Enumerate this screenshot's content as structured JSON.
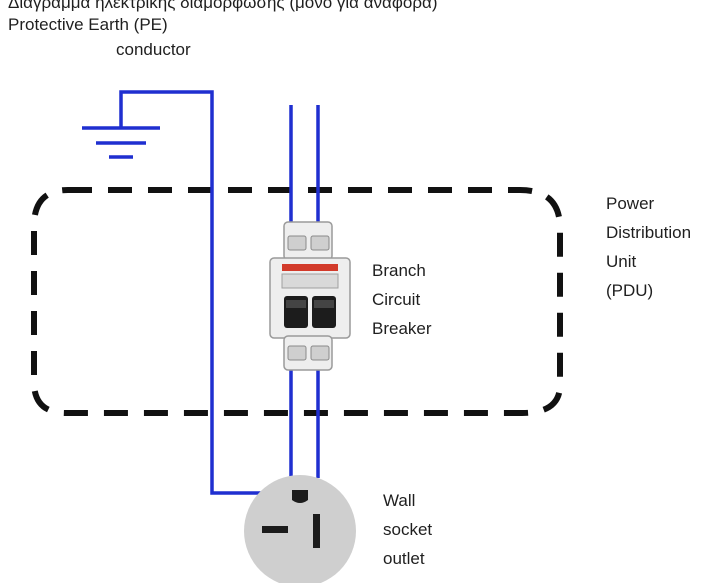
{
  "title": "Διάγραμμα ηλεκτρικής διαμόρφωσης (μόνο για αναφορά)",
  "labels": {
    "pe_conductor": [
      "Protective Earth (PE)",
      "conductor"
    ],
    "pdu": [
      "Power",
      "Distribution",
      "Unit",
      "(PDU)"
    ],
    "breaker": [
      "Branch",
      "Circuit",
      "Breaker"
    ],
    "socket": [
      "Wall",
      "socket",
      "outlet"
    ]
  },
  "colors": {
    "wire": "#1f2fd0",
    "dashed_border": "#111111",
    "socket_face": "#cfcfcf",
    "breaker_body": "#eeeeee",
    "breaker_accent": "#d23a2a"
  }
}
